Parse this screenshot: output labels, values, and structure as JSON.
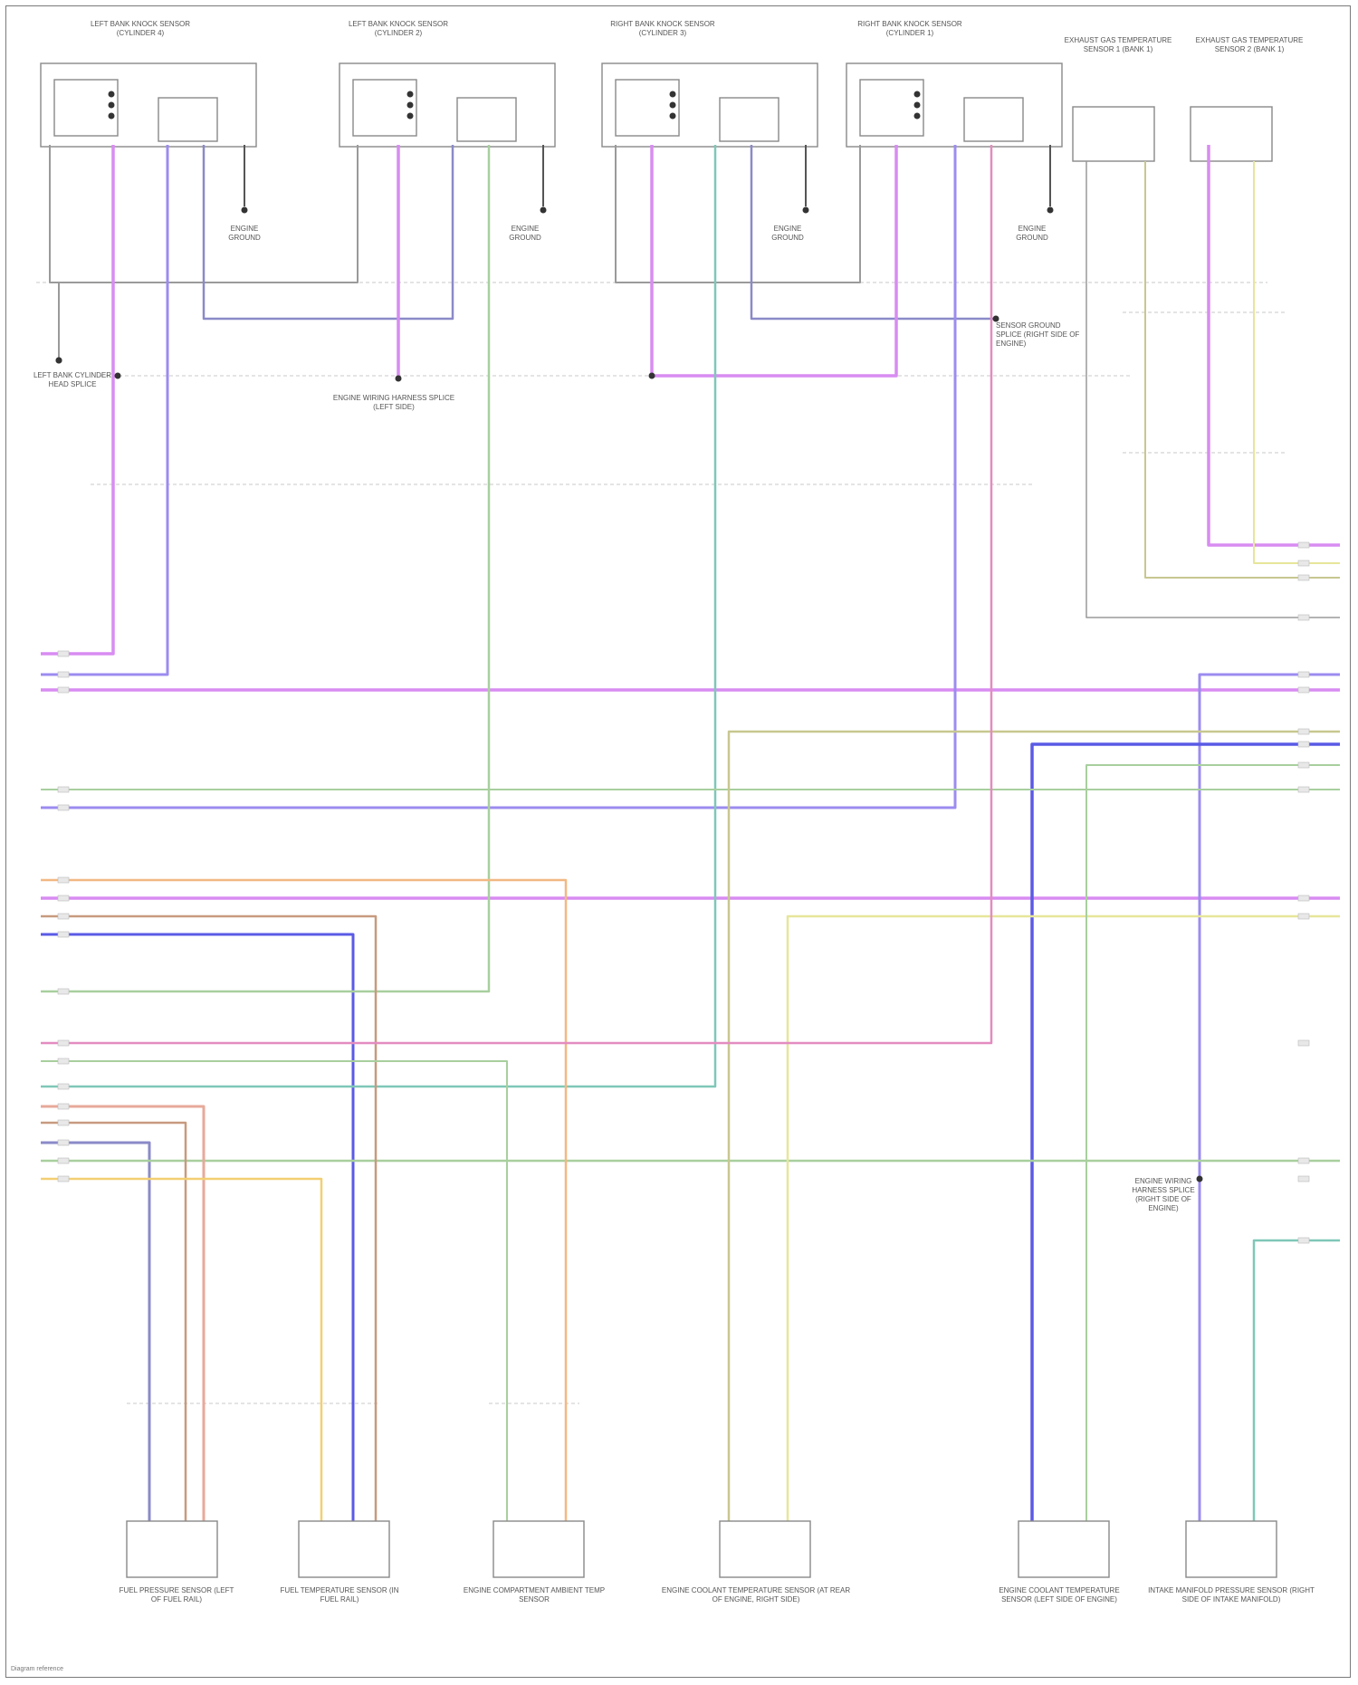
{
  "colors": {
    "purple": "#d88cf2",
    "violet": "#9c8cf0",
    "blue": "#5a5ae6",
    "steel": "#8a8ac8",
    "green": "#a8cf9e",
    "teal": "#7fc7b8",
    "yellow": "#e6e69a",
    "olive": "#c7c790",
    "orange": "#f2b882",
    "salmon": "#e7a99a",
    "tan": "#c79a7f",
    "gold": "#f2cf73",
    "pink": "#e38cc0",
    "gray": "#9a9a9a",
    "dashed": "#c8c8c8"
  },
  "sensors_top": [
    {
      "name": "LEFT BANK KNOCK SENSOR (CYLINDER 4)"
    },
    {
      "name": "LEFT BANK KNOCK SENSOR (CYLINDER 2)"
    },
    {
      "name": "RIGHT BANK KNOCK SENSOR (CYLINDER 3)"
    },
    {
      "name": "RIGHT BANK KNOCK SENSOR (CYLINDER 1)"
    }
  ],
  "sensors_exhaust": [
    {
      "name": "EXHAUST GAS TEMPERATURE SENSOR 1 (BANK 1)"
    },
    {
      "name": "EXHAUST GAS TEMPERATURE SENSOR 2 (BANK 1)"
    }
  ],
  "ground_label": "ENGINE GROUND",
  "splices": [
    {
      "label": "LEFT BANK CYLINDER HEAD SPLICE"
    },
    {
      "label": "ENGINE WIRING HARNESS SPLICE (LEFT SIDE)"
    },
    {
      "label": "SENSOR GROUND SPLICE (RIGHT SIDE OF ENGINE)"
    }
  ],
  "sensors_bottom": [
    {
      "name": "FUEL PRESSURE SENSOR (LEFT OF FUEL RAIL)"
    },
    {
      "name": "FUEL TEMPERATURE SENSOR (IN FUEL RAIL)"
    },
    {
      "name": "ENGINE COMPARTMENT AMBIENT TEMP SENSOR"
    },
    {
      "name": "ENGINE COOLANT TEMPERATURE SENSOR (AT REAR OF ENGINE, RIGHT SIDE)"
    },
    {
      "name": "ENGINE COOLANT TEMPERATURE SENSOR (LEFT SIDE OF ENGINE)"
    },
    {
      "name": "INTAKE MANIFOLD PRESSURE SENSOR (RIGHT SIDE OF INTAKE MANIFOLD)"
    }
  ],
  "right_splice_label": "ENGINE WIRING HARNESS SPLICE (RIGHT SIDE OF ENGINE)",
  "footer": "Diagram reference"
}
